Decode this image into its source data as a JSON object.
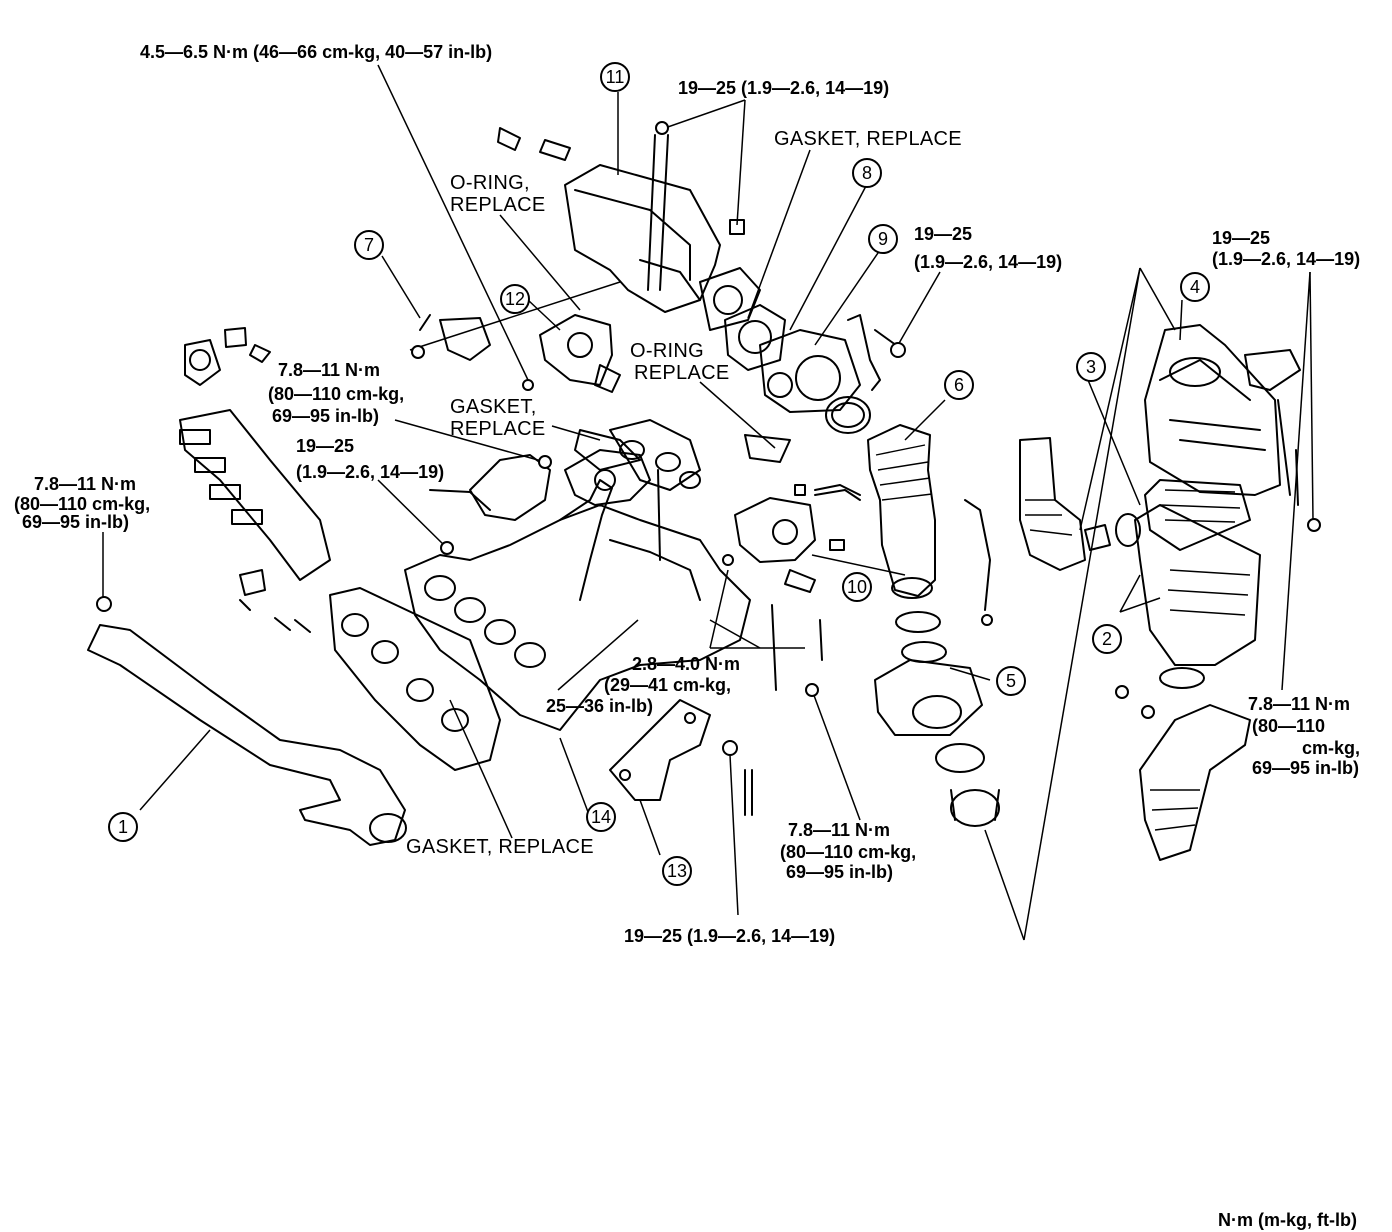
{
  "torque_labels": {
    "t_top": "4.5—6.5 N·m (46—66 cm-kg, 40—57 in-lb)",
    "t_11": "19—25 (1.9—2.6, 14—19)",
    "t_9_a": "19—25",
    "t_9_b": "(1.9—2.6, 14—19)",
    "t_4_a": "19—25",
    "t_4_b": "(1.9—2.6, 14—19)",
    "t_7_a": "7.8—11 N·m",
    "t_7_b": "(80—110 cm-kg,",
    "t_7_c": "69—95 in-lb)",
    "t_mid_a": "19—25",
    "t_mid_b": "(1.9—2.6, 14—19)",
    "t_left_a": "7.8—11 N·m",
    "t_left_b": "(80—110 cm-kg,",
    "t_left_c": "69—95 in-lb)",
    "t_14_a": "2.8—4.0 N·m",
    "t_14_b": "(29—41 cm-kg,",
    "t_14_c": "25—36 in-lb)",
    "t_bot_a": "7.8—11 N·m",
    "t_bot_b": "(80—110 cm-kg,",
    "t_bot_c": "69—95 in-lb)",
    "t_right_a": "7.8—11 N·m",
    "t_right_b": "(80—110",
    "t_right_c": "cm-kg,",
    "t_right_d": "69—95 in-lb)",
    "t_bottom": "19—25 (1.9—2.6, 14—19)",
    "units": "N·m (m-kg, ft-lb)"
  },
  "notes": {
    "gasket_top": "GASKET, REPLACE",
    "oring_top_a": "O-RING,",
    "oring_top_b": "REPLACE",
    "oring_mid_a": "O-RING",
    "oring_mid_b": "REPLACE",
    "gasket_mid_a": "GASKET,",
    "gasket_mid_b": "REPLACE",
    "gasket_bottom": "GASKET, REPLACE"
  },
  "callouts": [
    "1",
    "2",
    "3",
    "4",
    "5",
    "6",
    "7",
    "8",
    "9",
    "10",
    "11",
    "12",
    "13",
    "14"
  ]
}
